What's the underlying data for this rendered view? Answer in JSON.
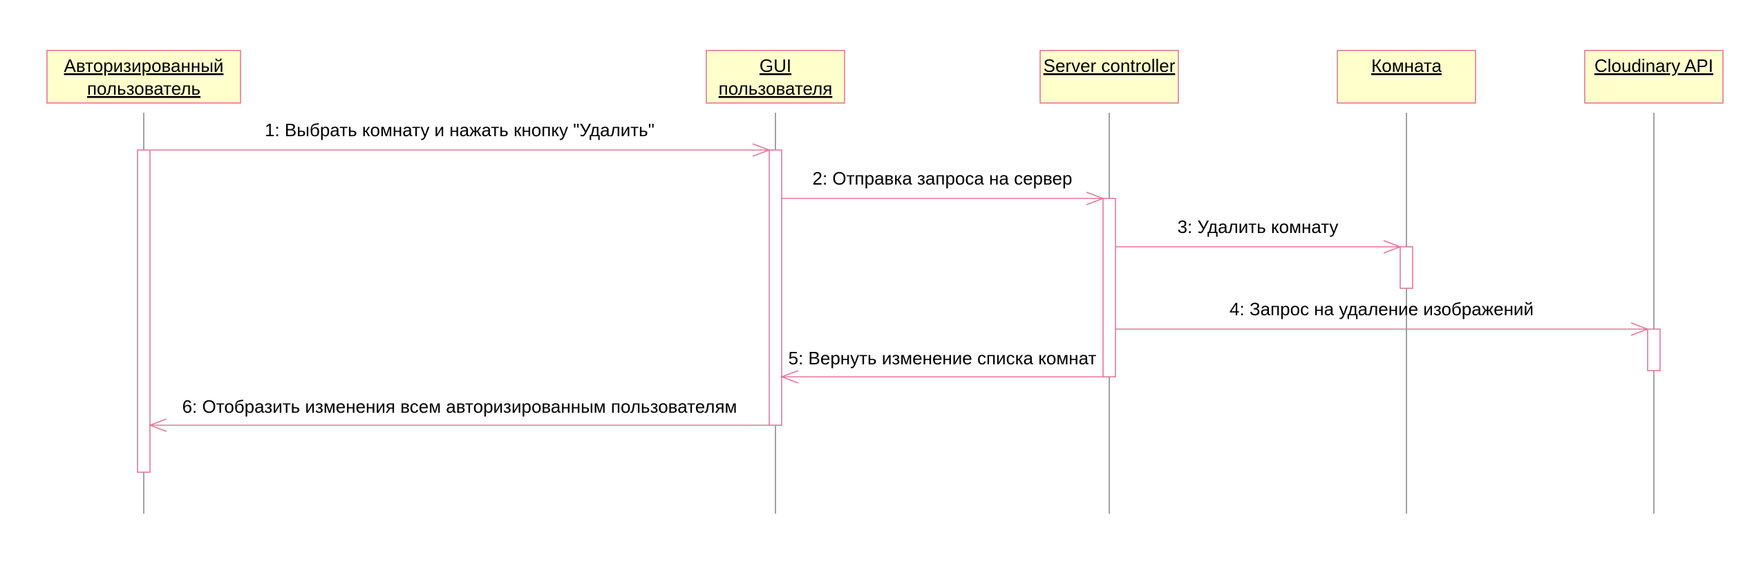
{
  "participants": [
    {
      "id": "user",
      "label_lines": [
        "Авторизированный ",
        "пользователь"
      ]
    },
    {
      "id": "gui",
      "label_lines": [
        "GUI ",
        "пользователя"
      ]
    },
    {
      "id": "server",
      "label_lines": [
        "Server controller"
      ]
    },
    {
      "id": "room",
      "label_lines": [
        "Комната"
      ]
    },
    {
      "id": "cloud",
      "label_lines": [
        "Cloudinary API"
      ]
    }
  ],
  "messages": [
    {
      "from": "user",
      "to": "gui",
      "label": "1: Выбрать комнату и нажать кнопку \"Удалить\""
    },
    {
      "from": "gui",
      "to": "server",
      "label": "2: Отправка запроса на сервер"
    },
    {
      "from": "server",
      "to": "room",
      "label": "3: Удалить комнату"
    },
    {
      "from": "server",
      "to": "cloud",
      "label": "4: Запрос на удаление изображений"
    },
    {
      "from": "server",
      "to": "gui",
      "label": "5: Вернуть изменение списка комнат"
    },
    {
      "from": "gui",
      "to": "user",
      "label": "6: Отобразить изменения всем авторизированным пользователям"
    }
  ],
  "colors": {
    "box_fill": "#ffffcc",
    "line": "#e07a96",
    "lifeline": "#8a8a8a"
  }
}
